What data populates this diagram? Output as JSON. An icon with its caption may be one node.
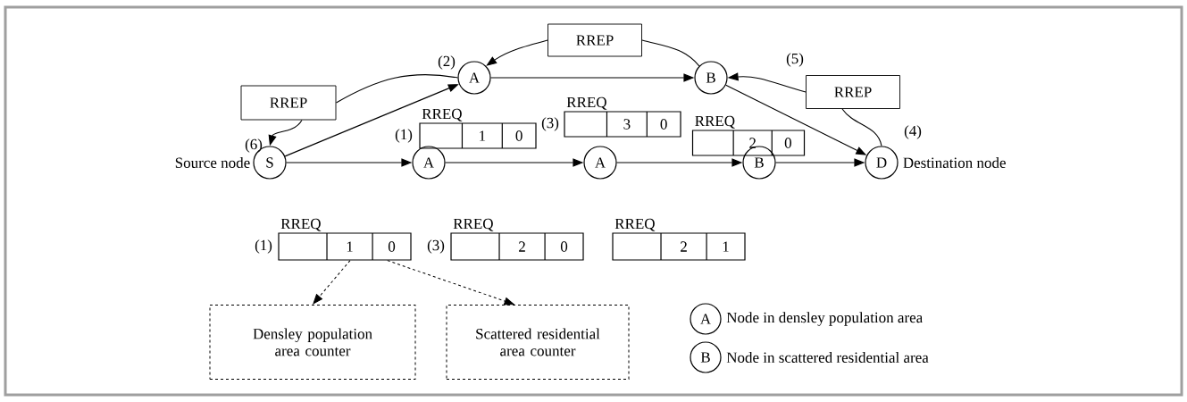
{
  "diagram": {
    "nodes": [
      {
        "text": [
          "RREP"
        ]
      },
      {
        "text": [
          "A"
        ]
      },
      {
        "text": [
          "B"
        ]
      },
      {
        "text": [
          "RREP"
        ]
      },
      {
        "text": [
          "RREP"
        ]
      },
      {
        "text": [
          "RREQ",
          "1",
          "0"
        ]
      },
      {
        "text": [
          "RREQ",
          "3",
          "0"
        ]
      },
      {
        "text": [
          "RREQ",
          "2",
          "0"
        ]
      },
      {
        "text": [
          "S"
        ],
        "beside": [
          "Source node"
        ]
      },
      {
        "text": [
          "A"
        ]
      },
      {
        "text": [
          "A"
        ]
      },
      {
        "text": [
          "B"
        ]
      },
      {
        "text": [
          "D"
        ],
        "beside": [
          "Destination node"
        ]
      },
      {
        "text": [
          "RREQ",
          "1",
          "0"
        ]
      },
      {
        "text": [
          "RREQ",
          "2",
          "0"
        ]
      },
      {
        "text": [
          "RREQ",
          "2",
          "1"
        ]
      },
      {
        "text": [
          "Densley population area counter"
        ]
      },
      {
        "text": [
          "Scattered residential area counter"
        ]
      }
    ],
    "edges": [
      {
        "from": 8,
        "to": 9,
        "arrow": "to"
      },
      {
        "from": 9,
        "to": 10,
        "arrow": "to"
      },
      {
        "from": 10,
        "to": 11,
        "arrow": "to"
      },
      {
        "from": 11,
        "to": 12,
        "arrow": "to"
      },
      {
        "from": 8,
        "to": 1,
        "arrow": "to"
      },
      {
        "from": 1,
        "to": 2,
        "arrow": "to"
      },
      {
        "from": 2,
        "to": 12,
        "arrow": "to"
      },
      {
        "from": 12,
        "to": 3,
        "arrow": "none"
      },
      {
        "from": 3,
        "to": 2,
        "arrow": "to"
      },
      {
        "from": 2,
        "to": 0,
        "arrow": "none"
      },
      {
        "from": 0,
        "to": 1,
        "arrow": "to"
      },
      {
        "from": 1,
        "to": 4,
        "arrow": "none"
      },
      {
        "from": 4,
        "to": 8,
        "arrow": "to"
      },
      {
        "from": 13,
        "to": 16,
        "arrow": "to",
        "style": "dashed"
      },
      {
        "from": 13,
        "to": 17,
        "arrow": "to",
        "style": "dashed"
      }
    ],
    "labels": [
      "(5)",
      "(2)",
      "(1)",
      "(3)",
      "(4)",
      "(6)",
      "(1)",
      "(3)",
      "A",
      "B"
    ],
    "legend": [
      {
        "text": "Node in densley population area"
      },
      {
        "text": "Node in scattered residential area"
      }
    ]
  }
}
